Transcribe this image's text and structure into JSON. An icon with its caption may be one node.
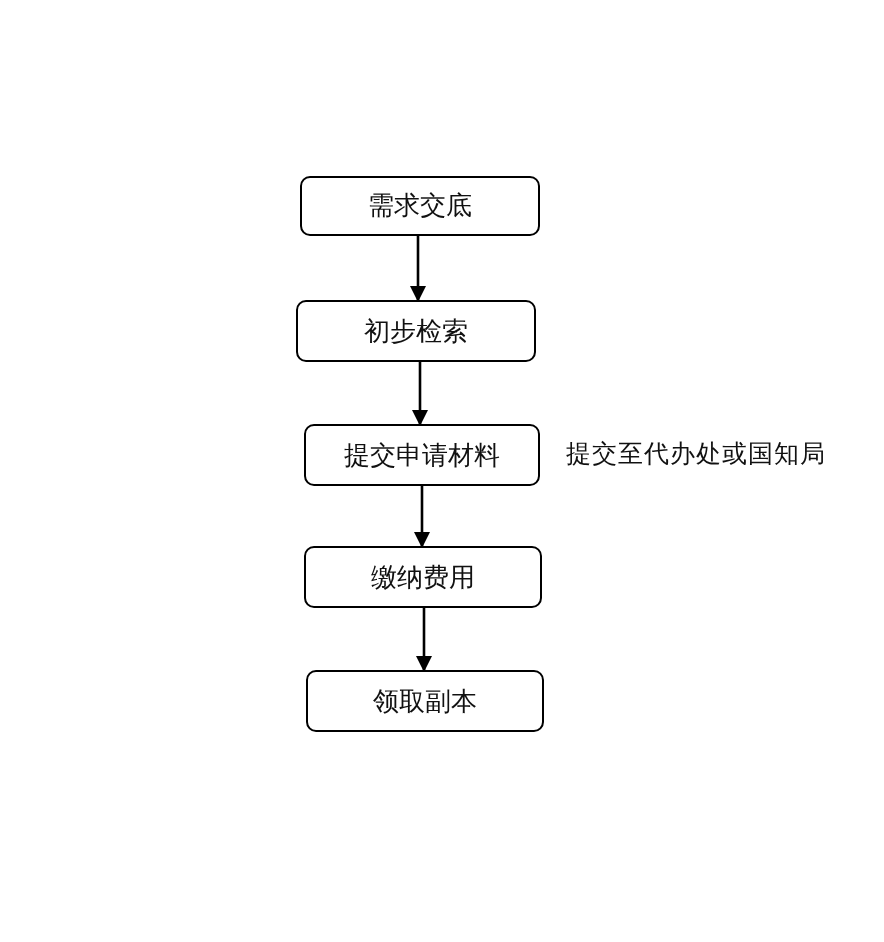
{
  "diagram": {
    "nodes": [
      {
        "text": [
          "需求交底"
        ]
      },
      {
        "text": [
          "初步检索"
        ]
      },
      {
        "text": [
          "提交申请材料"
        ],
        "beside": [
          "提交至代办处或国知局"
        ]
      },
      {
        "text": [
          "缴纳费用"
        ]
      },
      {
        "text": [
          "领取副本"
        ]
      }
    ],
    "edges": [
      {
        "from": 0,
        "to": 1,
        "arrow": "to"
      },
      {
        "from": 1,
        "to": 2,
        "arrow": "to"
      },
      {
        "from": 2,
        "to": 3,
        "arrow": "to"
      },
      {
        "from": 3,
        "to": 4,
        "arrow": "to"
      }
    ]
  }
}
